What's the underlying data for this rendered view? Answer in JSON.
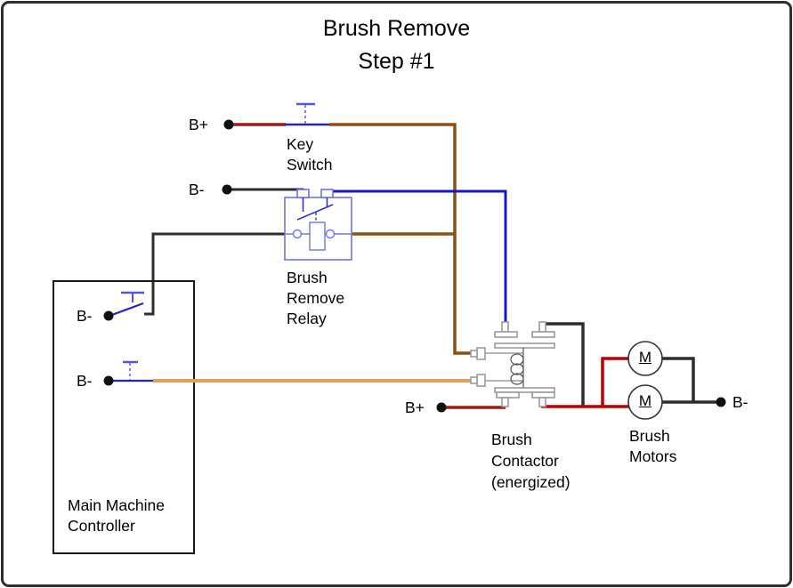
{
  "title": {
    "line1": "Brush Remove",
    "line2": "Step #1"
  },
  "labels": {
    "b_plus_top": "B+",
    "key_switch": "Key\nSwitch",
    "b_minus_relay_line": "B-",
    "relay": "Brush\nRemove\nRelay",
    "controller_b_minus_upper": "B-",
    "controller_b_minus_lower": "B-",
    "controller": "Main Machine\nController",
    "b_plus_bottom": "B+",
    "contactor": "Brush\nContactor\n(energized)",
    "motors": "Brush\nMotors",
    "b_minus_right": "B-",
    "motor_letter": "M"
  },
  "colors": {
    "dark_red": "#9B1B1B",
    "bright_red": "#C00000",
    "brown": "#8E4E10",
    "blue": "#1515CC",
    "switch_blue": "#2222CC",
    "actuator_blue": "#5555D4",
    "actuator_light_blue": "#8585E8",
    "relay_outline": "#7373DB",
    "orange": "#E3A157",
    "black_wire": "#2D2D2D",
    "contactor_gray": "#9A9A9A",
    "coil_gray": "#555555"
  }
}
